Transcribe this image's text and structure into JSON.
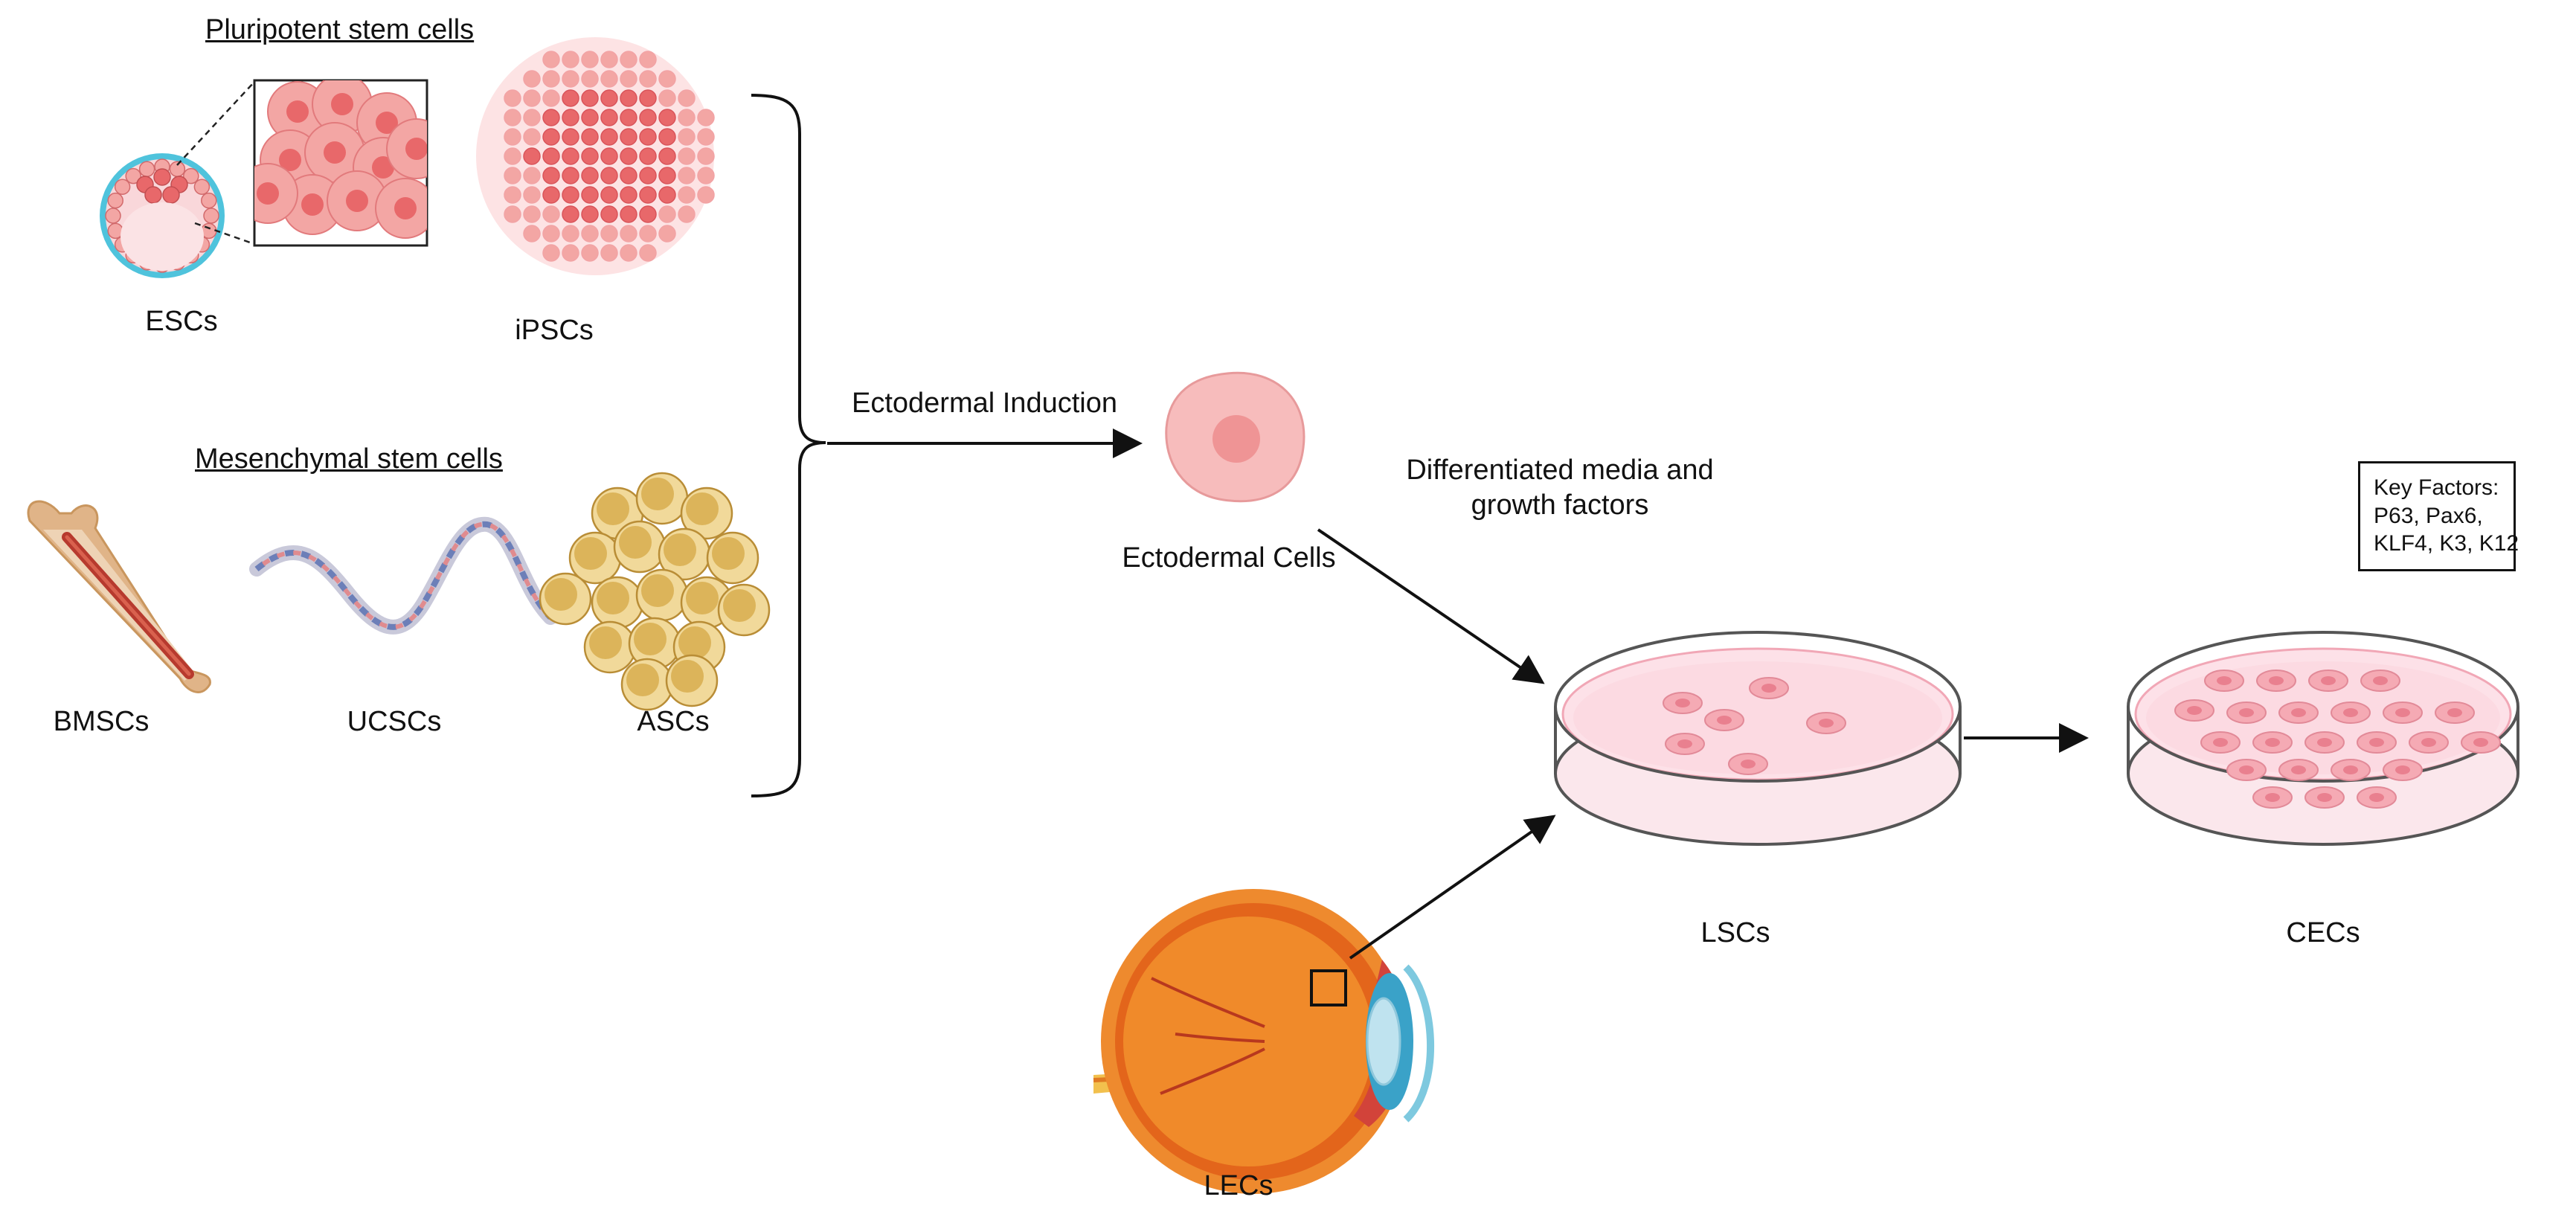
{
  "labels": {
    "pluripotent_heading": "Pluripotent stem cells",
    "mesenchymal_heading": "Mesenchymal stem cells",
    "escs": "ESCs",
    "ipscs": "iPSCs",
    "bmscs": "BMSCs",
    "ucscs": "UCSCs",
    "ascs": "ASCs",
    "ectodermal_induction": "Ectodermal Induction",
    "ectodermal_cells": "Ectodermal Cells",
    "media_line1": "Differentiated media and",
    "media_line2": "growth factors",
    "lscs": "LSCs",
    "cecs": "CECs",
    "lecs": "LECs"
  },
  "key_factors": {
    "line1": "Key Factors:",
    "line2": "P63, Pax6,",
    "line3": "KLF4, K3, K12"
  },
  "colors": {
    "cell_pink": "#f3a6a4",
    "cell_red": "#e8686a",
    "nucleus": "#ec8c8a",
    "dish_rim": "#555555",
    "dish_fill": "#fce4ea",
    "bone": "#d9a87a",
    "marrow": "#b83a2e",
    "fat": "#dcb45a",
    "eye_orange": "#e8731e",
    "cord_blue": "#7d8fc0"
  }
}
